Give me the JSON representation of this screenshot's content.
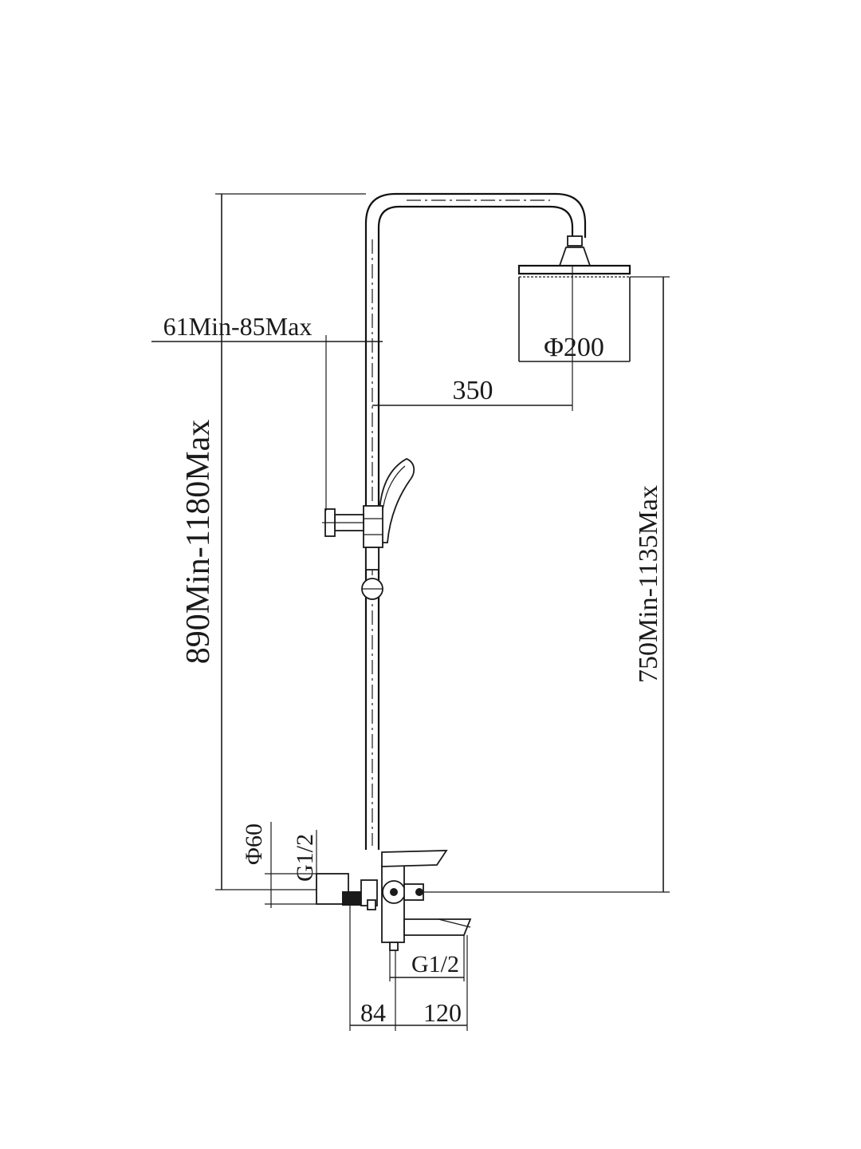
{
  "diagram": {
    "colors": {
      "line": "#1a1a1a",
      "background": "#ffffff"
    },
    "dimensions": {
      "total_height": "890Min-1180Max",
      "head_height": "750Min-1135Max",
      "arm_length": "350",
      "head_diameter": "Φ200",
      "holder_offset": "61Min-85Max",
      "wall_plate_diameter": "Φ60",
      "inlet_thread": "G1/2",
      "outlet_thread": "G1/2",
      "wall_to_body": "84",
      "spout_length": "120"
    }
  }
}
